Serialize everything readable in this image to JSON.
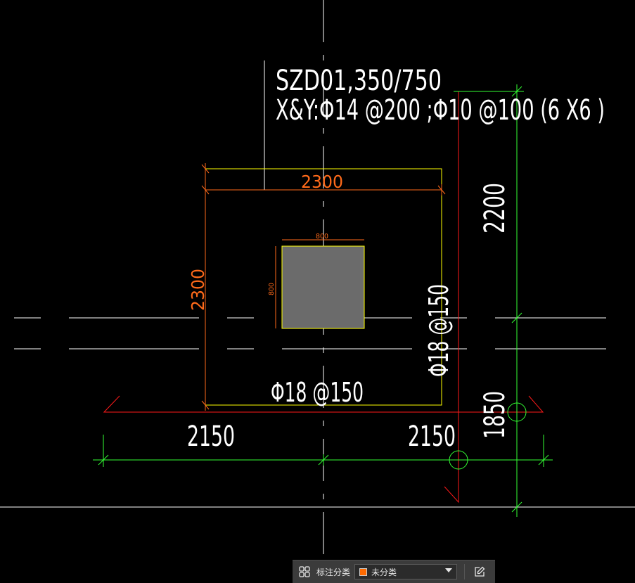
{
  "drawing": {
    "title_line1": "SZD01,350/750",
    "title_line2": "X&Y:Φ14 @200 ;Φ10 @100 (6 X6 )",
    "dim_top": "2300",
    "dim_left": "2300",
    "col_dim_top": "800",
    "col_dim_left": "800",
    "rebar_bottom": "Φ18 @150",
    "rebar_right": "Φ18 @150",
    "dim_bottom_left": "2150",
    "dim_bottom_right": "2150",
    "dim_right_upper": "2200",
    "dim_right_lower": "1850"
  },
  "toolbar": {
    "grid_icon": "grid-icon",
    "label": "标注分类",
    "selected": "未分类",
    "swatch_color": "#ff6a00",
    "edit_icon": "edit-icon"
  },
  "colors": {
    "background": "#000000",
    "yellow": "#ffff00",
    "orange": "#ff6a1a",
    "red": "#ff1a1a",
    "green": "#33ff33",
    "white": "#ffffff",
    "column_fill": "#6b6b6b"
  }
}
